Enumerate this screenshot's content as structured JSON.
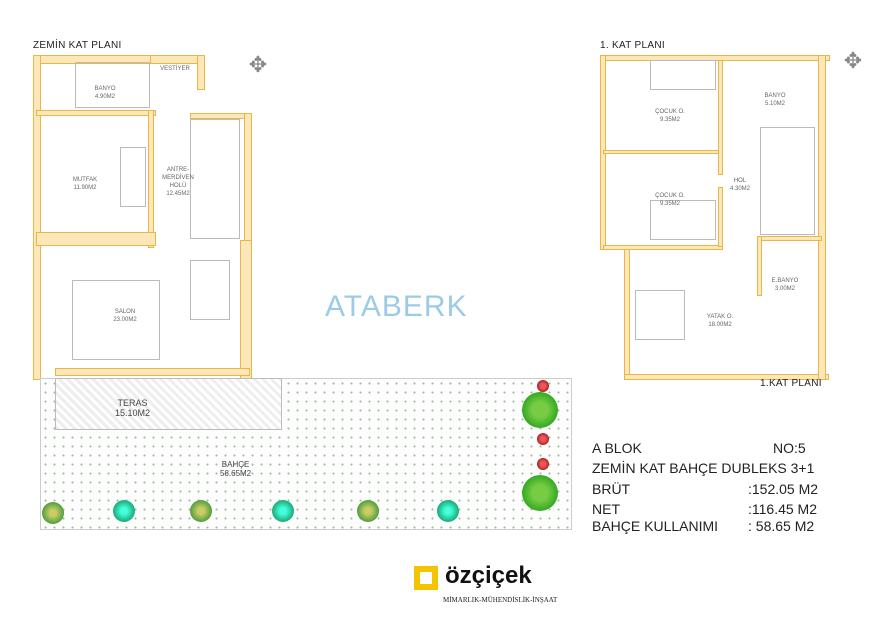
{
  "ground_floor": {
    "title": "ZEMİN KAT PLANI",
    "rooms": [
      {
        "name": "BANYO",
        "area": "4.90M2"
      },
      {
        "name": "VESTİYER",
        "area": ""
      },
      {
        "name": "MUTFAK",
        "area": "11.90M2"
      },
      {
        "name": "ANTRE-MERDİVEN HOLÜ",
        "area": "12.45M2"
      },
      {
        "name": "SALON",
        "area": "23.00M2"
      },
      {
        "name": "TERAS",
        "area": "15.10M2"
      },
      {
        "name": "BAHÇE",
        "area": "58.65M2"
      }
    ]
  },
  "first_floor": {
    "title": "1. KAT PLANI",
    "bottom_title": "1.KAT PLANI",
    "rooms": [
      {
        "name": "ÇOCUK O.",
        "area": "9.35M2"
      },
      {
        "name": "BANYO",
        "area": "5.10M2"
      },
      {
        "name": "HOL",
        "area": "4.30M2"
      },
      {
        "name": "ÇOCUK O.",
        "area": "9.35M2"
      },
      {
        "name": "E.BANYO",
        "area": "3.00M2"
      },
      {
        "name": "YATAK O.",
        "area": "18.00M2"
      }
    ]
  },
  "info": {
    "block": "A BLOK",
    "no": "NO:5",
    "type": "ZEMİN KAT BAHÇE DUBLEKS 3+1",
    "rows": [
      {
        "label": "BRÜT",
        "value": ":152.05 M2"
      },
      {
        "label": "NET",
        "value": ":116.45 M2"
      },
      {
        "label": "BAHÇE KULLANIMI",
        "value": ": 58.65  M2"
      }
    ]
  },
  "watermark": "ATABERK",
  "logo": {
    "name": "özçiçek",
    "tagline": "MİMARLIK-MÜHENDİSLİK-İNŞAAT",
    "color": "#f5c400"
  }
}
